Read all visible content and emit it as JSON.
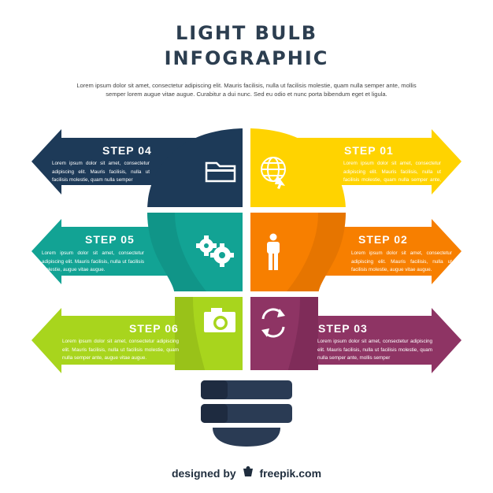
{
  "title": {
    "line1": "LIGHT BULB",
    "line2": "INFOGRAPHIC"
  },
  "intro": "Lorem ipsum dolor sit amet, consectetur adipiscing elit. Mauris facilisis, nulla ut facilisis molestie, quam nulla semper ante, mollis semper lorem augue vitae augue. Curabitur a dui nunc. Sed eu odio et nunc porta bibendum eget et ligula.",
  "steps": [
    {
      "label": "STEP 01",
      "text": "Lorem ipsum dolor sit amet, consectetur adipiscing elit. Mauris facilisis, nulla ut facilisis molestie, quam nulla semper ante, mollis semper",
      "color": "#ffd300",
      "icon": "globe-cursor-icon"
    },
    {
      "label": "STEP 02",
      "text": "Lorem ipsum dolor sit amet, consectetur adipiscing elit. Mauris facilisis, nulla ut facilisis molestie, augue vitae augue.",
      "color": "#f77f00",
      "icon": "person-icon"
    },
    {
      "label": "STEP 03",
      "text": "Lorem ipsum dolor sit amet, consectetur adipiscing elit. Mauris facilisis, nulla ut facilisis molestie, quam nulla semper ante, mollis semper",
      "color": "#8e3464",
      "icon": "refresh-icon"
    },
    {
      "label": "STEP 04",
      "text": "Lorem ipsum dolor sit amet, consectetur adipiscing elit. Mauris facilisis, nulla ut facilisis molestie, quam nulla semper",
      "color": "#1d3a58",
      "icon": "folder-icon"
    },
    {
      "label": "STEP 05",
      "text": "Lorem ipsum dolor sit amet, consectetur adipiscing elit. Mauris facilisis, nulla ut facilisis molestie, augue vitae augue.",
      "color": "#12a394",
      "icon": "gears-icon"
    },
    {
      "label": "STEP 06",
      "text": "Lorem ipsum dolor sit amet, consectetur adipiscing elit. Mauris facilisis, nulla ut facilisis molestie, quam nulla semper ante, augue vitae augue.",
      "color": "#a8d51d",
      "icon": "camera-icon"
    }
  ],
  "bulb_base_color": "#2a3b54",
  "credit": {
    "prefix": "designed by",
    "brand": "freepik.com"
  }
}
